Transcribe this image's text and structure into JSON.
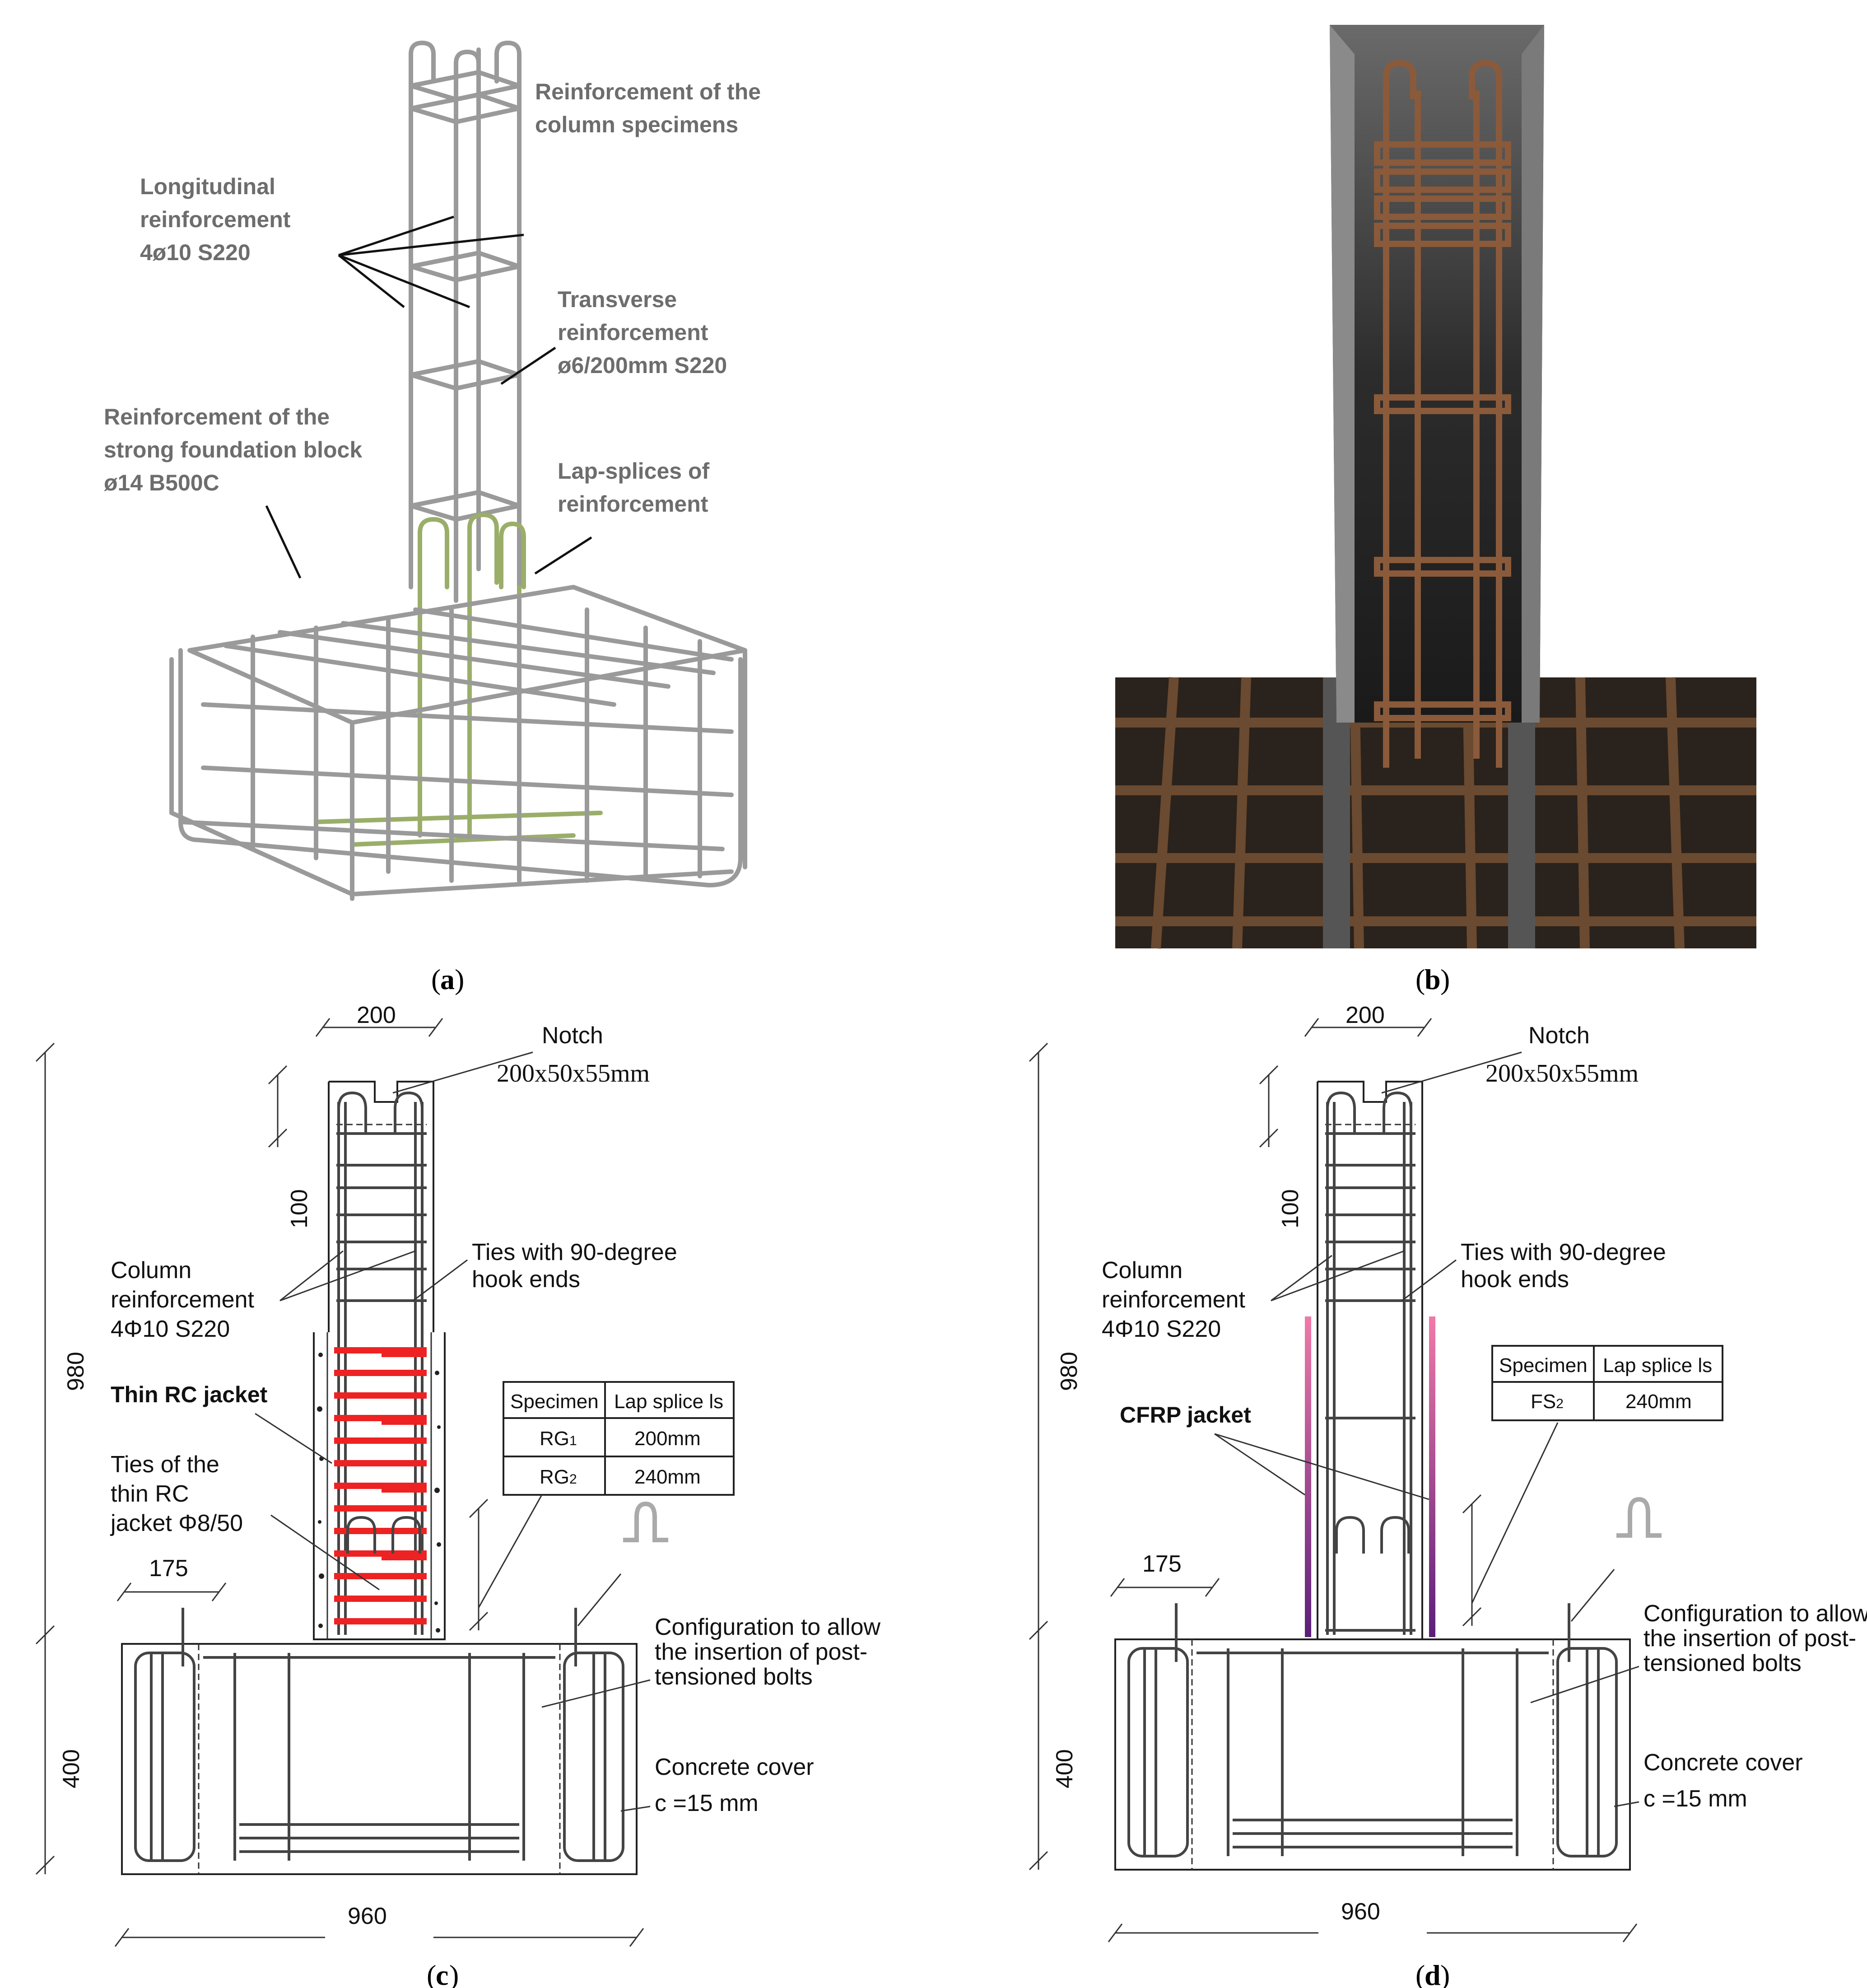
{
  "panel_a": {
    "caption": "a",
    "labels": {
      "column_reinf": [
        "Reinforcement of the",
        "column specimens"
      ],
      "longitudinal": [
        "Longitudinal",
        "reinforcement",
        "4ø10 S220"
      ],
      "transverse": [
        "Transverse",
        "reinforcement",
        "ø6/200mm S220"
      ],
      "foundation": [
        "Reinforcement of the",
        "strong foundation block",
        "ø14 B500C"
      ],
      "lap_splices": [
        "Lap-splices of",
        "reinforcement"
      ]
    }
  },
  "panel_b": {
    "caption": "b"
  },
  "panel_c": {
    "caption": "c",
    "dims": {
      "top_width": "200",
      "notch_h": "100",
      "total_h": "980",
      "base_h": "400",
      "bolt_off": "175",
      "base_w": "960"
    },
    "notch": [
      "Notch",
      "200x50x55mm"
    ],
    "column_reinf": [
      "Column",
      "reinforcement",
      "4Φ10 S220"
    ],
    "ties": [
      "Ties with 90-degree",
      "hook ends"
    ],
    "jacket": "Thin RC jacket",
    "jacket_ties": [
      "Ties of the",
      "thin RC",
      "jacket Φ8/50"
    ],
    "config": [
      "Configuration to allow",
      "the insertion of post-",
      "tensioned bolts"
    ],
    "cover": [
      "Concrete cover",
      "c =15 mm"
    ],
    "table": {
      "headers": [
        "Specimen",
        "Lap splice ls"
      ],
      "rows": [
        {
          "specimen": "RG",
          "sub": "1",
          "lap": "200mm"
        },
        {
          "specimen": "RG",
          "sub": "2",
          "lap": "240mm"
        }
      ]
    }
  },
  "panel_d": {
    "caption": "d",
    "dims": {
      "top_width": "200",
      "notch_h": "100",
      "total_h": "980",
      "base_h": "400",
      "bolt_off": "175",
      "base_w": "960"
    },
    "notch": [
      "Notch",
      "200x50x55mm"
    ],
    "column_reinf": [
      "Column",
      "reinforcement",
      "4Φ10 S220"
    ],
    "ties": [
      "Ties with 90-degree",
      "hook ends"
    ],
    "jacket": "CFRP jacket",
    "config": [
      "Configuration to allow",
      "the insertion of post-",
      "tensioned bolts"
    ],
    "cover": [
      "Concrete cover",
      "c =15 mm"
    ],
    "table": {
      "headers": [
        "Specimen",
        "Lap splice ls"
      ],
      "rows": [
        {
          "specimen": "FS",
          "sub": "2",
          "lap": "240mm"
        }
      ]
    }
  },
  "colors": {
    "gray_label": "#6d6d6d",
    "tie_red": "#ee2222",
    "cfrp_top": "#f07aa8",
    "cfrp_bottom": "#5a1f7a",
    "lap_green": "#9aae6a"
  }
}
